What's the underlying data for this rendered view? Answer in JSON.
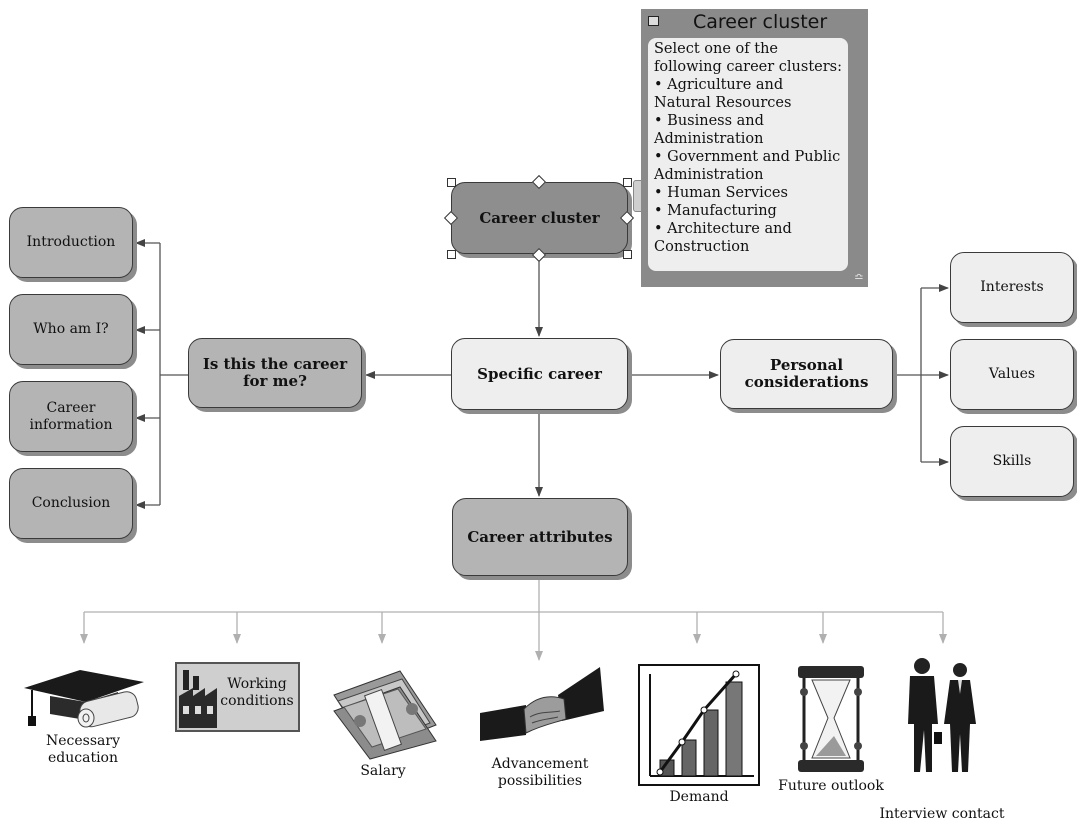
{
  "central": {
    "career_cluster": "Career cluster",
    "specific_career": "Specific career",
    "career_attributes": "Career attributes",
    "is_this_career": "Is this the career for me?",
    "personal_considerations": "Personal considerations"
  },
  "left_topics": [
    "Introduction",
    "Who am I?",
    "Career information",
    "Conclusion"
  ],
  "right_topics": [
    "Interests",
    "Values",
    "Skills"
  ],
  "note": {
    "title": "Career cluster",
    "intro": "Select one of the following career clusters:",
    "items": [
      "Agriculture and Natural Resources",
      "Business and Administration",
      "Government and Public Administration",
      "Human Services",
      "Manufacturing",
      "Architecture and Construction"
    ]
  },
  "attributes": [
    {
      "label": "Necessary education",
      "icon": "graduation-cap-icon"
    },
    {
      "label": "Working conditions",
      "icon": "factory-icon"
    },
    {
      "label": "Salary",
      "icon": "money-stack-icon"
    },
    {
      "label": "Advancement possibilities",
      "icon": "handshake-icon"
    },
    {
      "label": "Demand",
      "icon": "bar-chart-icon"
    },
    {
      "label": "Future outlook",
      "icon": "hourglass-icon"
    },
    {
      "label": "Interview contact",
      "icon": "business-people-icon"
    }
  ]
}
